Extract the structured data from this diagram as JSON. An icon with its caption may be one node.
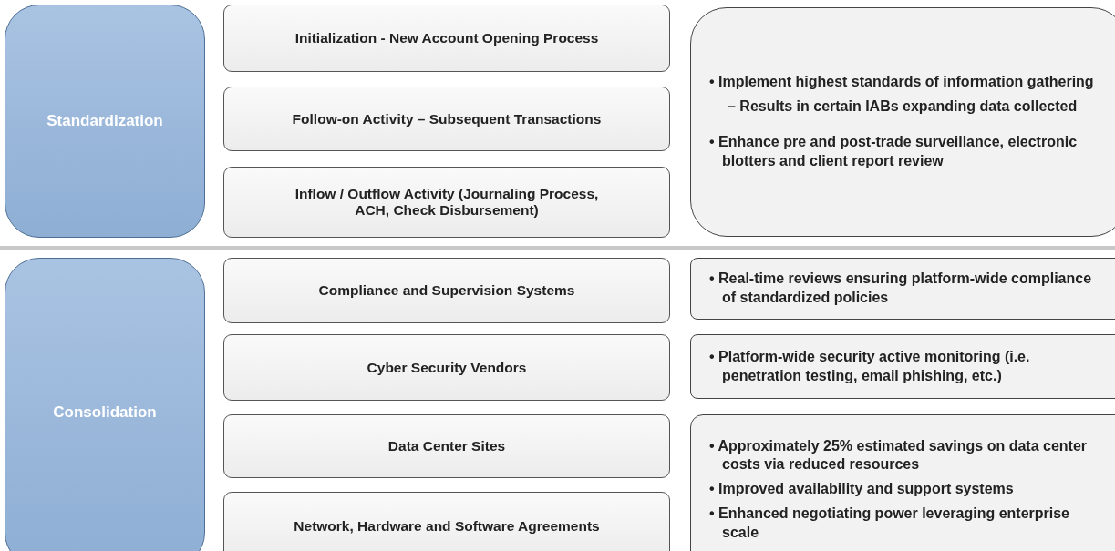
{
  "diagram": {
    "nodes": [
      {
        "text": [
          "Standardization"
        ]
      },
      {
        "text": [
          "Initialization - New Account Opening Process"
        ]
      },
      {
        "text": [
          "Follow-on Activity – Subsequent Transactions"
        ]
      },
      {
        "text": [
          "Inflow / Outflow Activity (Journaling Process, ACH, Check Disbursement)"
        ]
      },
      {
        "text": [
          "• Implement highest standards of information gathering",
          "– Results in certain IABs expanding data collected",
          "• Enhance pre and post-trade surveillance, electronic blotters and client report review"
        ]
      },
      {
        "text": [
          "Consolidation"
        ]
      },
      {
        "text": [
          "Compliance and Supervision Systems"
        ]
      },
      {
        "text": [
          "Cyber Security Vendors"
        ]
      },
      {
        "text": [
          "Data Center Sites"
        ]
      },
      {
        "text": [
          "Network, Hardware and Software Agreements"
        ]
      },
      {
        "text": [
          "• Real-time reviews ensuring platform-wide compliance of standardized policies"
        ]
      },
      {
        "text": [
          "• Platform-wide security active monitoring (i.e. penetration testing, email phishing, etc.)"
        ]
      },
      {
        "text": [
          "• Approximately 25% estimated savings on data center costs via reduced resources",
          "• Improved availability and support systems",
          "• Enhanced negotiating power leveraging enterprise scale"
        ]
      }
    ],
    "edges": []
  }
}
